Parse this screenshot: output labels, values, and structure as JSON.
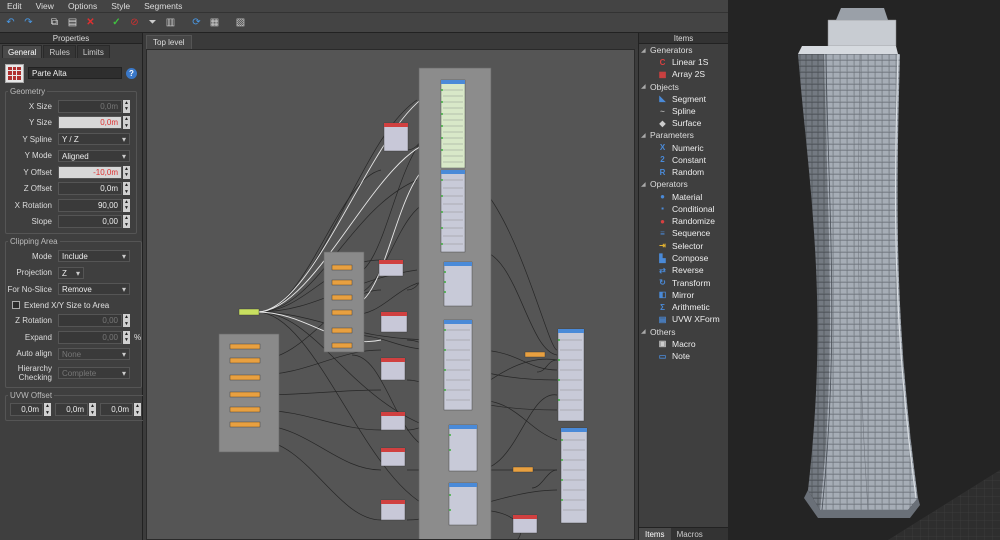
{
  "menu": [
    "Edit",
    "View",
    "Options",
    "Style",
    "Segments"
  ],
  "toolbar_icons": [
    "undo-icon",
    "redo-icon",
    "copy-icon",
    "paste-icon",
    "delete-icon",
    "accept-icon",
    "disable-icon",
    "filter-icon",
    "clear-icon",
    "refresh-icon",
    "layers-icon",
    "export-icon",
    "info-icon"
  ],
  "properties": {
    "title": "Properties",
    "tabs": [
      "General",
      "Rules",
      "Limits"
    ],
    "name": "Parte Alta",
    "geometry": {
      "legend": "Geometry",
      "x_size_label": "X Size",
      "x_size": "0,0m",
      "y_size_label": "Y Size",
      "y_size": "0,0m",
      "y_spline_label": "Y Spline",
      "y_spline": "Y / Z",
      "y_mode_label": "Y Mode",
      "y_mode": "Aligned",
      "y_offset_label": "Y Offset",
      "y_offset": "-10,0m",
      "z_offset_label": "Z Offset",
      "z_offset": "0,0m",
      "x_rotation_label": "X Rotation",
      "x_rotation": "90,00",
      "slope_label": "Slope",
      "slope": "0,00"
    },
    "clipping": {
      "legend": "Clipping Area",
      "mode_label": "Mode",
      "mode": "Include",
      "projection_label": "Projection",
      "projection": "Z",
      "no_slice_label": "For No-Slice",
      "no_slice": "Remove",
      "extend_label": "Extend X/Y Size to Area",
      "z_rotation_label": "Z Rotation",
      "z_rotation": "0,00",
      "expand_label": "Expand",
      "expand": "0,00",
      "expand_unit": "%",
      "auto_align_label": "Auto align",
      "auto_align": "None",
      "hierarchy_label_1": "Hierarchy",
      "hierarchy_label_2": "Checking",
      "hierarchy": "Complete"
    },
    "uvw": {
      "legend": "UVW Offset",
      "values": [
        "0,0m",
        "0,0m",
        "0,0m"
      ]
    }
  },
  "canvas": {
    "tab": "Top level"
  },
  "items": {
    "title": "Items",
    "categories": [
      {
        "name": "Generators",
        "items": [
          {
            "label": "Linear 1S",
            "icon": "linear-icon",
            "color": "#d84040",
            "glyph": "C"
          },
          {
            "label": "Array 2S",
            "icon": "array-icon",
            "color": "#d84040",
            "glyph": "▦"
          }
        ]
      },
      {
        "name": "Objects",
        "items": [
          {
            "label": "Segment",
            "icon": "segment-icon",
            "color": "#4a8ad8",
            "glyph": "◣"
          },
          {
            "label": "Spline",
            "icon": "spline-icon",
            "color": "#aaaaaa",
            "glyph": "~"
          },
          {
            "label": "Surface",
            "icon": "surface-icon",
            "color": "#cccccc",
            "glyph": "◆"
          }
        ]
      },
      {
        "name": "Parameters",
        "items": [
          {
            "label": "Numeric",
            "icon": "numeric-icon",
            "color": "#4a8ad8",
            "glyph": "X"
          },
          {
            "label": "Constant",
            "icon": "constant-icon",
            "color": "#4a8ad8",
            "glyph": "2"
          },
          {
            "label": "Random",
            "icon": "random-icon",
            "color": "#4a8ad8",
            "glyph": "R"
          }
        ]
      },
      {
        "name": "Operators",
        "items": [
          {
            "label": "Material",
            "icon": "material-icon",
            "color": "#4a8ad8",
            "glyph": "●"
          },
          {
            "label": "Conditional",
            "icon": "conditional-icon",
            "color": "#4a8ad8",
            "glyph": "▪"
          },
          {
            "label": "Randomize",
            "icon": "randomize-icon",
            "color": "#d84040",
            "glyph": "●"
          },
          {
            "label": "Sequence",
            "icon": "sequence-icon",
            "color": "#4a8ad8",
            "glyph": "≡"
          },
          {
            "label": "Selector",
            "icon": "selector-icon",
            "color": "#e0b030",
            "glyph": "⇥"
          },
          {
            "label": "Compose",
            "icon": "compose-icon",
            "color": "#4a8ad8",
            "glyph": "▙"
          },
          {
            "label": "Reverse",
            "icon": "reverse-icon",
            "color": "#4a8ad8",
            "glyph": "⇄"
          },
          {
            "label": "Transform",
            "icon": "transform-icon",
            "color": "#4a8ad8",
            "glyph": "↻"
          },
          {
            "label": "Mirror",
            "icon": "mirror-icon",
            "color": "#4a8ad8",
            "glyph": "◧"
          },
          {
            "label": "Arithmetic",
            "icon": "arithmetic-icon",
            "color": "#4a8ad8",
            "glyph": "Σ"
          },
          {
            "label": "UVW XForm",
            "icon": "uvw-icon",
            "color": "#4a8ad8",
            "glyph": "▤"
          }
        ]
      },
      {
        "name": "Others",
        "items": [
          {
            "label": "Macro",
            "icon": "macro-icon",
            "color": "#cccccc",
            "glyph": "▣"
          },
          {
            "label": "Note",
            "icon": "note-icon",
            "color": "#4a8ad8",
            "glyph": "▭"
          }
        ]
      }
    ],
    "bottom_tabs": [
      "Items",
      "Macros"
    ]
  }
}
